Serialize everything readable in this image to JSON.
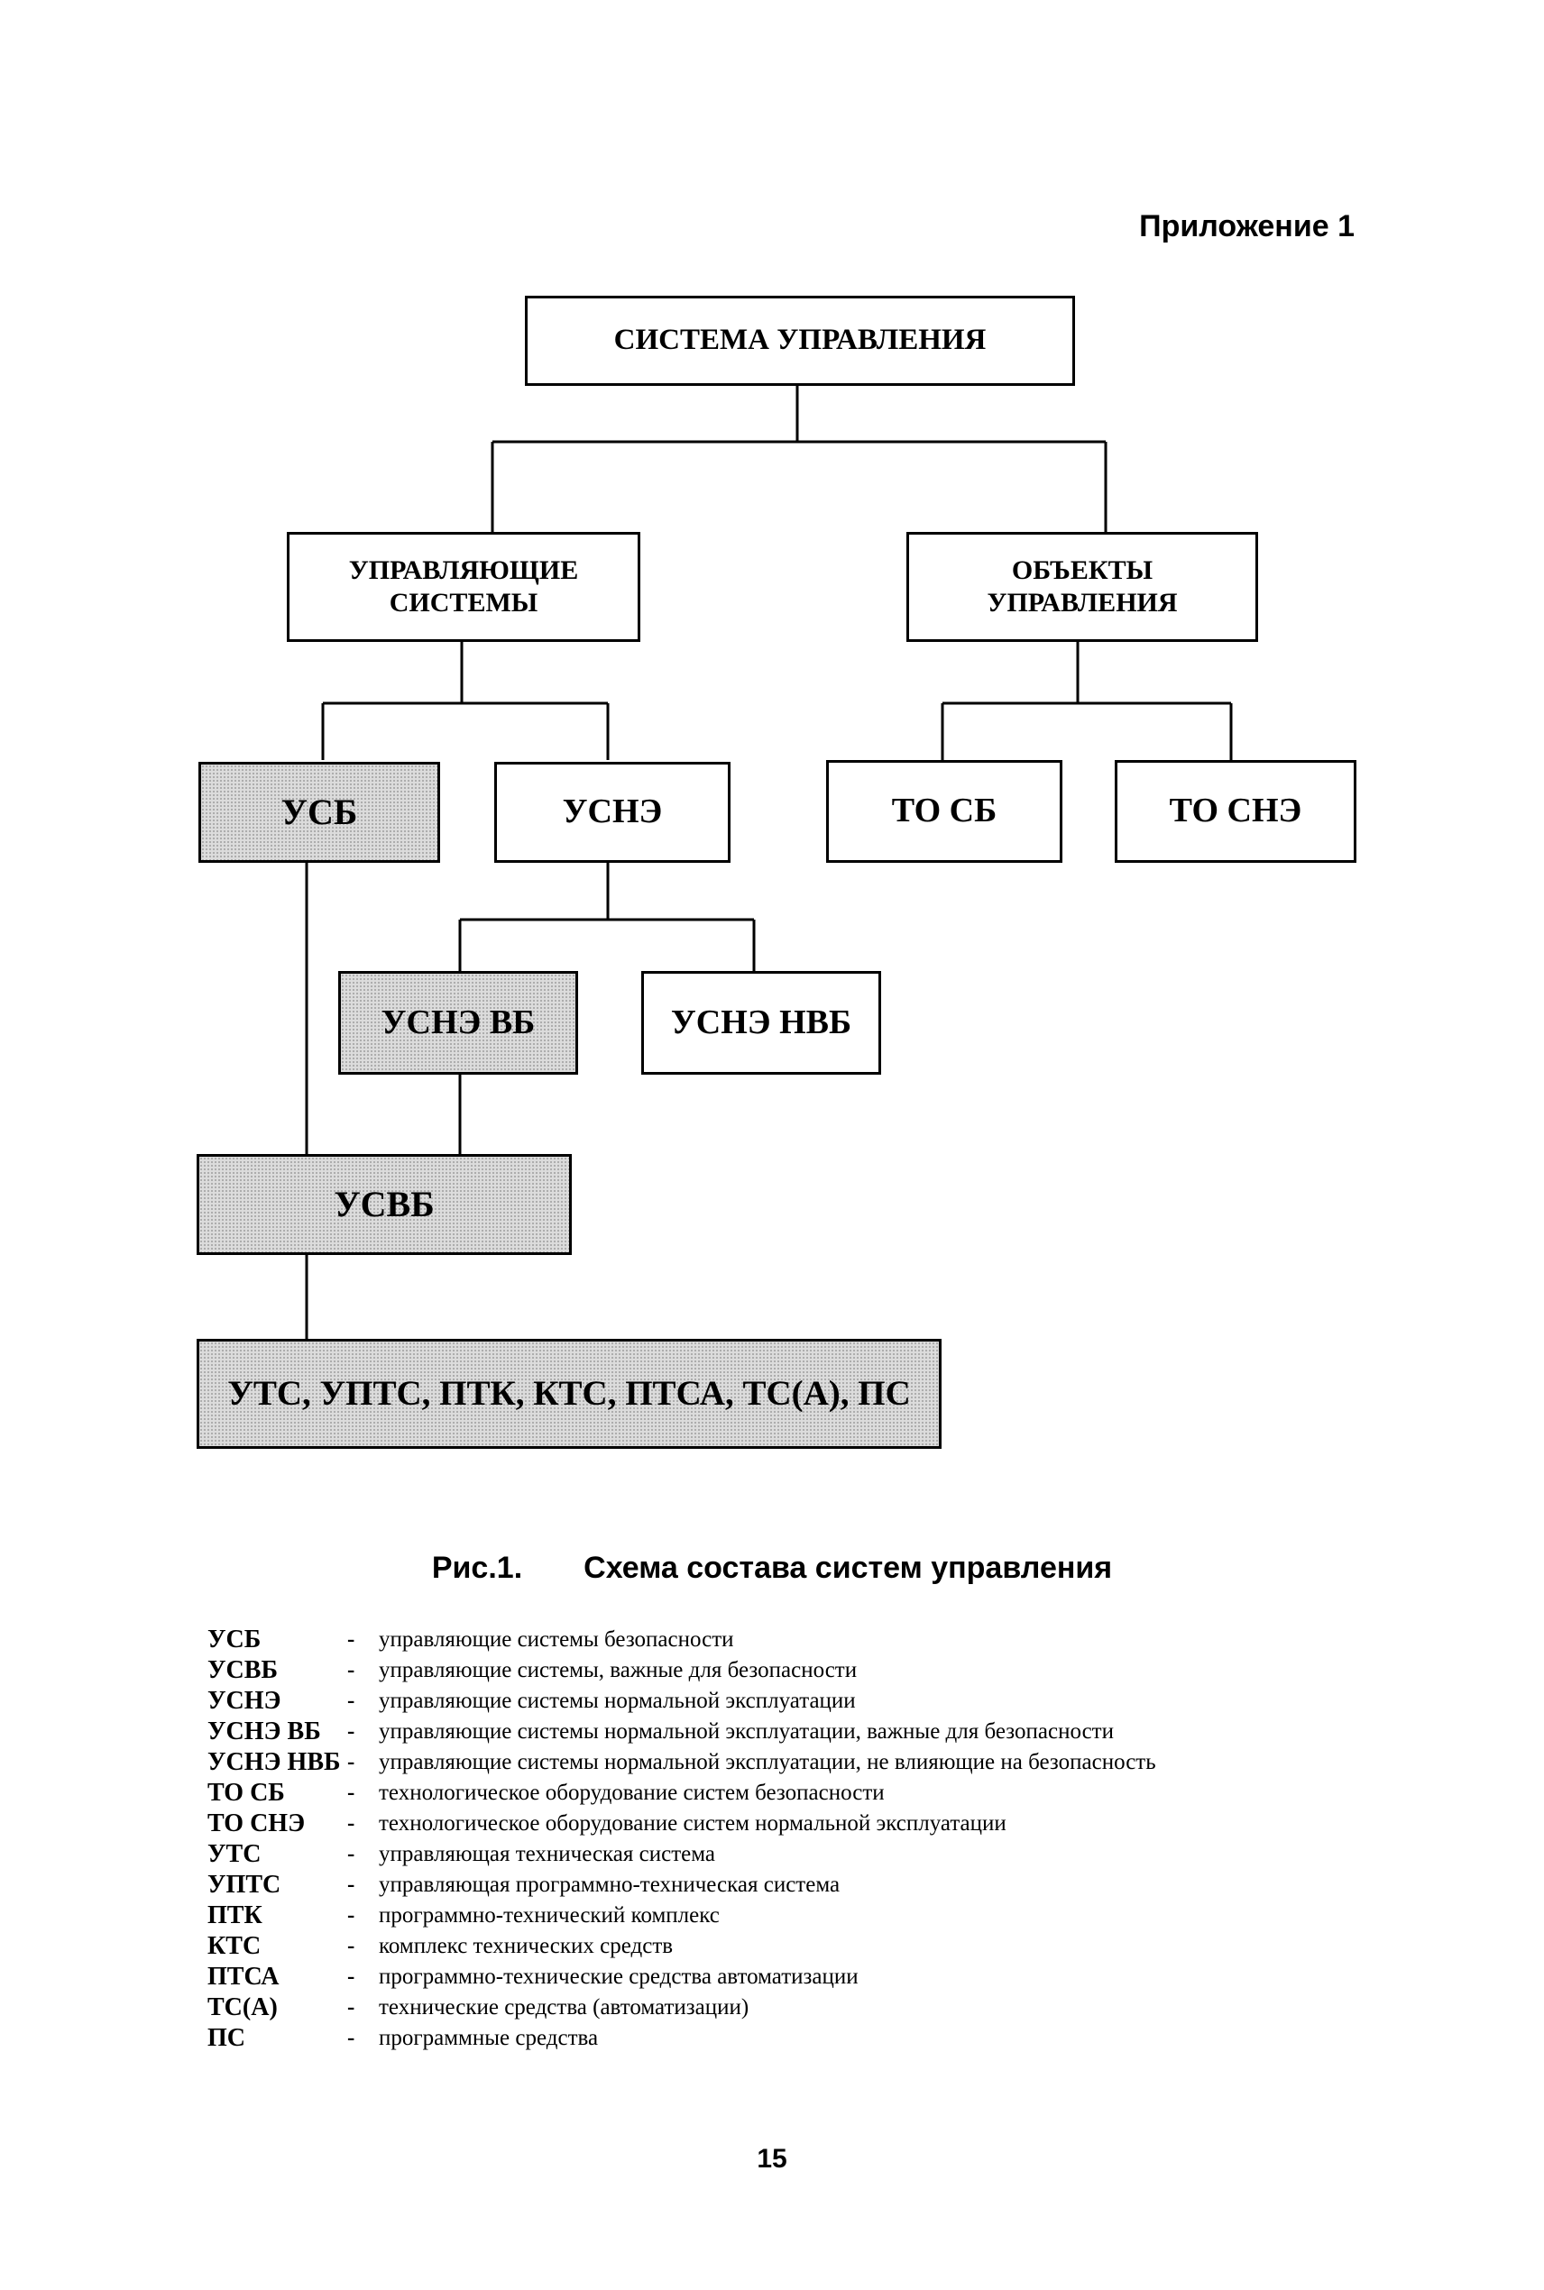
{
  "appendix_label": "Приложение 1",
  "diagram": {
    "root": "СИСТЕМА УПРАВЛЕНИЯ",
    "control_systems": [
      "УПРАВЛЯЮЩИЕ",
      "СИСТЕМЫ"
    ],
    "control_objects": [
      "ОБЪЕКТЫ",
      "УПРАВЛЕНИЯ"
    ],
    "usb": "УСБ",
    "usne": "УСНЭ",
    "to_sb": "ТО СБ",
    "to_sne": "ТО СНЭ",
    "usne_vb": "УСНЭ ВБ",
    "usne_nvb": "УСНЭ НВБ",
    "usvb": "УСВБ",
    "components": "УТС, УПТС, ПТК, КТС, ПТСА, ТС(А), ПС"
  },
  "caption": {
    "figure": "Рис.1.",
    "title": "Схема состава систем управления"
  },
  "legend": [
    {
      "abbr": "УСБ",
      "dash": "-",
      "definition": "управляющие системы безопасности"
    },
    {
      "abbr": "УСВБ",
      "dash": "-",
      "definition": "управляющие системы, важные для безопасности"
    },
    {
      "abbr": "УСНЭ",
      "dash": "-",
      "definition": "управляющие системы нормальной эксплуатации"
    },
    {
      "abbr": "УСНЭ ВБ",
      "dash": "-",
      "definition": "управляющие системы нормальной эксплуатации, важные для безопасности"
    },
    {
      "abbr": "УСНЭ НВБ",
      "dash": "-",
      "definition": "управляющие системы нормальной эксплуатации, не влияющие на безопасность"
    },
    {
      "abbr": "ТО СБ",
      "dash": "-",
      "definition": "технологическое оборудование систем безопасности"
    },
    {
      "abbr": "ТО СНЭ",
      "dash": "-",
      "definition": "технологическое оборудование систем нормальной эксплуатации"
    },
    {
      "abbr": "УТС",
      "dash": "-",
      "definition": "управляющая техническая система"
    },
    {
      "abbr": "УПТС",
      "dash": "-",
      "definition": "управляющая программно-техническая система"
    },
    {
      "abbr": "ПТК",
      "dash": "-",
      "definition": "программно-технический комплекс"
    },
    {
      "abbr": "КТС",
      "dash": "-",
      "definition": "комплекс технических средств"
    },
    {
      "abbr": "ПТСА",
      "dash": "-",
      "definition": "программно-технические средства автоматизации"
    },
    {
      "abbr": "ТС(А)",
      "dash": "-",
      "definition": "технические средства (автоматизации)"
    },
    {
      "abbr": "ПС",
      "dash": "-",
      "definition": "программные средства"
    }
  ],
  "page_number": "15"
}
